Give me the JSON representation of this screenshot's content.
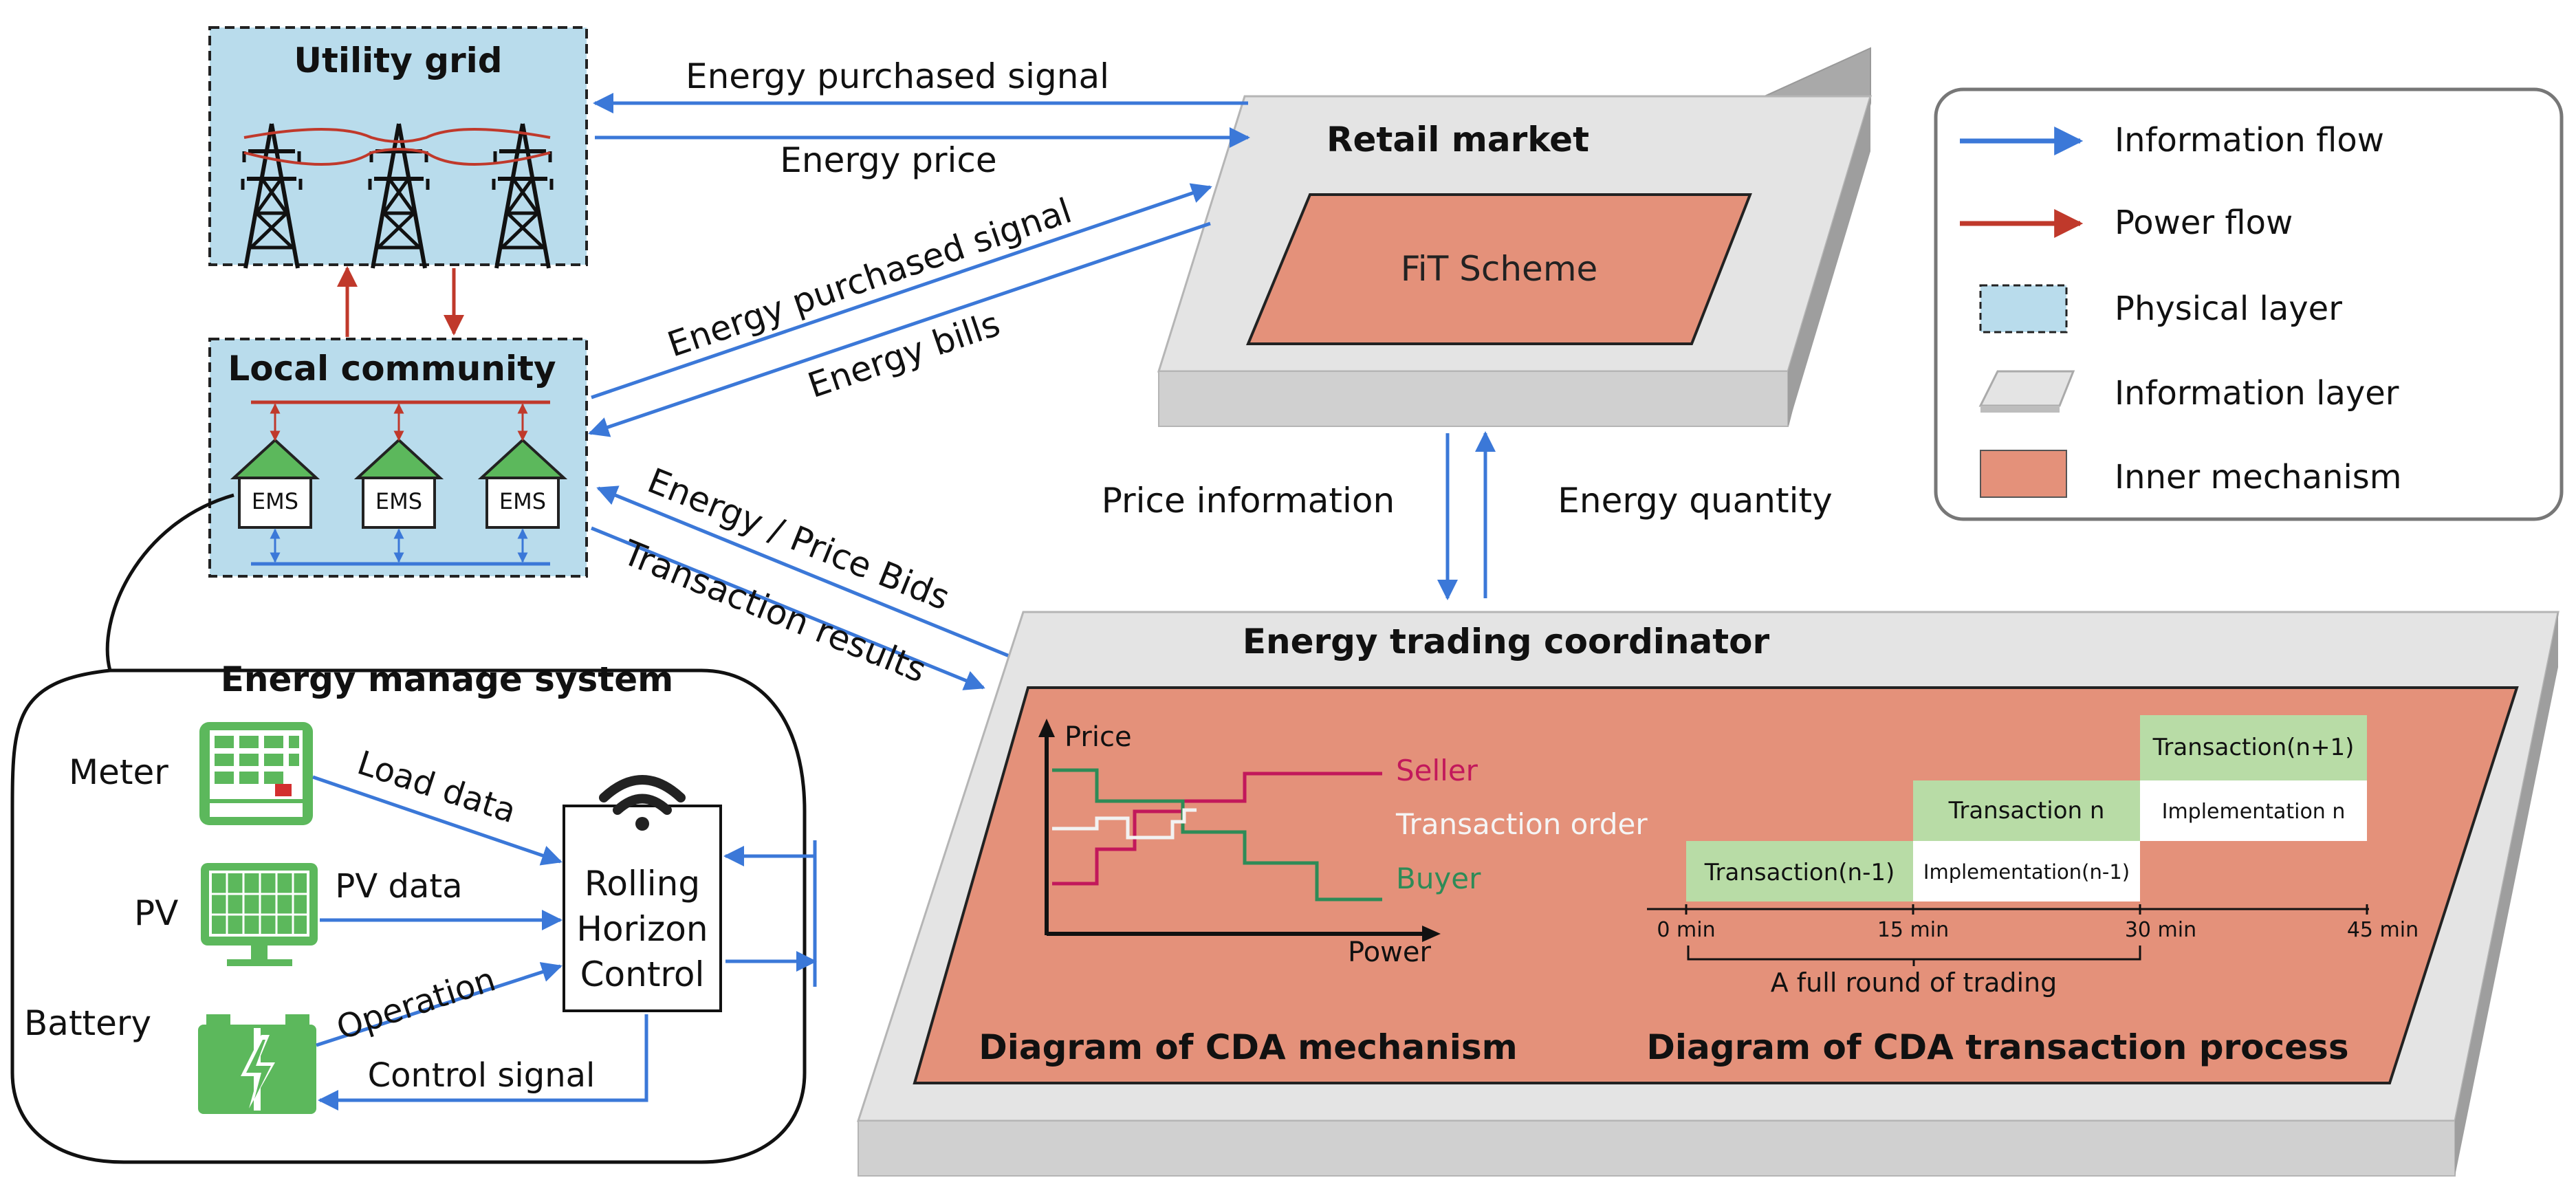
{
  "colors": {
    "info_flow": "#3b78d8",
    "power_flow": "#c0392b",
    "physical_layer_fill": "#b9dcec",
    "info_layer_fill": "#e4e4e4",
    "inner_mechanism_fill": "#e4917a",
    "seller_line": "#c2185b",
    "buyer_line": "#2e8b57",
    "order_line": "#f2f2f2",
    "house_roof": "#5cb85c",
    "device_green": "#5cb85c",
    "transaction_box": "#b8dca6"
  },
  "icons": [
    "transmission-tower-icon",
    "house-icon",
    "meter-icon",
    "solar-panel-icon",
    "battery-icon",
    "wifi-icon"
  ],
  "utility_grid": {
    "title": "Utility grid"
  },
  "local_community": {
    "title": "Local community",
    "ems_label": "EMS"
  },
  "retail_market": {
    "title": "Retail market",
    "inner": "FiT Scheme"
  },
  "coordinator": {
    "title": "Energy trading coordinator",
    "cda_caption": "Diagram of CDA mechanism",
    "process_caption": "Diagram of CDA transaction process"
  },
  "ems": {
    "title": "Energy manage system",
    "meter": "Meter",
    "pv": "PV",
    "battery": "Battery",
    "load_data": "Load data",
    "pv_data": "PV data",
    "operation": "Operation",
    "control_signal": "Control signal",
    "controller": [
      "Rolling",
      "Horizon",
      "Control"
    ]
  },
  "flows": {
    "energy_purchased_signal_top": "Energy purchased signal",
    "energy_price": "Energy price",
    "energy_purchased_signal_diag": "Energy purchased signal",
    "energy_bills": "Energy bills",
    "price_information": "Price information",
    "energy_quantity": "Energy quantity",
    "energy_price_bids": "Energy / Price Bids",
    "transaction_results": "Transaction results"
  },
  "legend": {
    "information_flow": "Information flow",
    "power_flow": "Power flow",
    "physical_layer": "Physical layer",
    "information_layer": "Information layer",
    "inner_mechanism": "Inner mechanism"
  },
  "cda_chart": {
    "y_label": "Price",
    "x_label": "Power",
    "seller": "Seller",
    "transaction_order": "Transaction order",
    "buyer": "Buyer"
  },
  "timeline": {
    "ticks": [
      "0 min",
      "15 min",
      "30 min",
      "45 min"
    ],
    "transaction_prev": "Transaction(n-1)",
    "implementation_prev": "Implementation(n-1)",
    "transaction_n": "Transaction  n",
    "implementation_n": "Implementation n",
    "transaction_next": "Transaction(n+1)",
    "full_round": "A full round of trading"
  }
}
